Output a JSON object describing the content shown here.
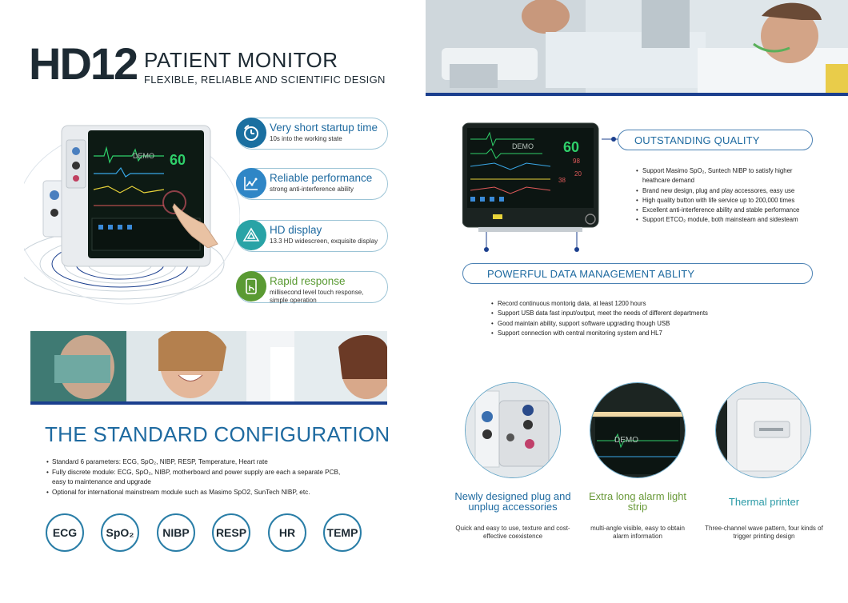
{
  "header": {
    "model": "HD12",
    "title": "PATIENT MONITOR",
    "subtitle": "FLEXIBLE, RELIABLE AND SCIENTIFIC DESIGN"
  },
  "device_screen": {
    "watermark": "DEMO",
    "hr_value": "60"
  },
  "features": [
    {
      "title": "Very short startup time",
      "desc": "10s into the working state",
      "icon": "stopwatch-icon",
      "color": "#1a6fa0"
    },
    {
      "title": "Reliable performance",
      "desc": "strong anti-interference ability",
      "icon": "chart-icon",
      "color": "#2f86c6"
    },
    {
      "title": "HD display",
      "desc": "13.3 HD widescreen, exquisite display",
      "icon": "triangle-icon",
      "color": "#29a3a6"
    },
    {
      "title": "Rapid response",
      "desc": "millisecond level touch response, simple operation",
      "icon": "touch-icon",
      "color": "#5a9a33"
    }
  ],
  "standard": {
    "title": "THE STANDARD CONFIGURATION",
    "items": [
      "Standard 6 parameters: ECG, SpO₂, NIBP, RESP, Temperature, Heart rate",
      "Fully discrete module: ECG, SpO₂, NIBP, motherboard and power supply are each a separate PCB, easy to maintenance and upgrade",
      "Optional for international mainstream module such as Masimo SpO2, SunTech NIBP, etc."
    ],
    "params": [
      "ECG",
      "SpO₂",
      "NIBP",
      "RESP",
      "HR",
      "TEMP"
    ]
  },
  "quality": {
    "title": "OUTSTANDING QUALITY",
    "items": [
      "Support Masimo SpO₂, Suntech NIBP to satisfy higher heathcare demand",
      "Brand new design, plug and play accessores, easy use",
      "High quality button with life service up to 200,000 times",
      "Excellent anti-interference ability and stable performance",
      "Support ETCO₂ module, both mainsteam and sidesteam"
    ]
  },
  "data_mgmt": {
    "title": "POWERFUL DATA MANAGEMENT ABLITY",
    "items": [
      "Record continuous montorig data, at least 1200 hours",
      "Support USB data fast input/output, meet the needs of different departments",
      "Good maintain ability, support software upgrading though USB",
      "Support connection with central monitoring system and HL7"
    ]
  },
  "highlights": [
    {
      "title": "Newly designed plug and unplug accessories",
      "desc": "Quick and easy to use, texture and cost-effective coexistence",
      "color": "#1e6aa0"
    },
    {
      "title": "Extra long alarm light strip",
      "desc": "multi-angle visible, easy to obtain alarm information",
      "color": "#6a9a3a"
    },
    {
      "title": "Thermal printer",
      "desc": "Three-channel wave pattern, four kinds of trigger printing design",
      "color": "#2a9aa6"
    }
  ],
  "circle_screen_watermark": "DEMO"
}
